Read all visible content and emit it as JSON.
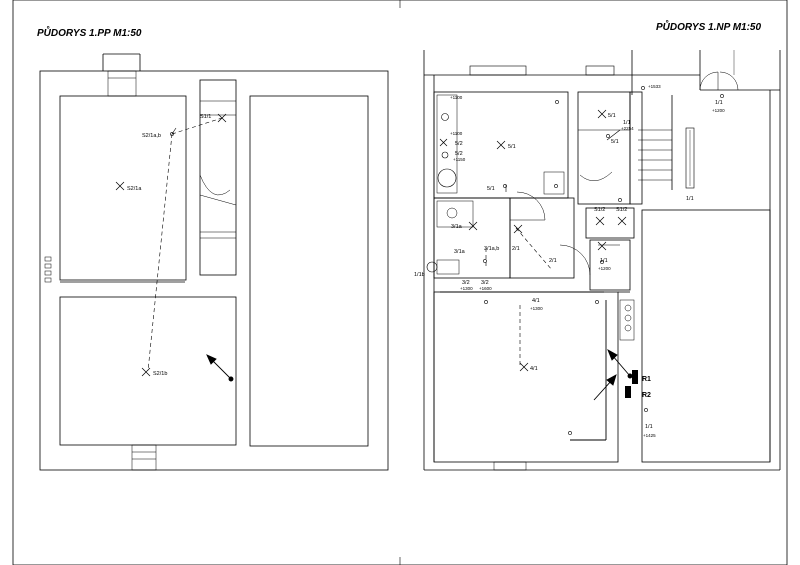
{
  "plans": [
    {
      "title": "PŮDORYS 1.PP  M1:50"
    },
    {
      "title": "PŮDORYS 1.NP  M1:50"
    }
  ],
  "basement_labels": {
    "s1_1": "S1/1",
    "s2_1ab": "S2/1a,b",
    "s2_1a": "S2/1a",
    "s2_1b": "S2/1b"
  },
  "ground_labels": {
    "l5_1_kitchen": "5/1",
    "l5_1_door": "5/1",
    "l5_2": "5/2",
    "l5_2b": "5/2",
    "l5_2c": "+1150",
    "h1100a": "+1100",
    "h1100b": "+1100",
    "l3_1a": "3/1a",
    "l3_1a2": "3/1a",
    "l3_1ab": "3/1a,b",
    "l2_1": "2/1",
    "l2_1b": "2/1",
    "l1_1b": "1/1b",
    "l3_2a": "3/2",
    "l3_2a_h": "+1300",
    "l3_2b": "3/2",
    "l3_2b_h": "+1600",
    "l4_1": "4/1",
    "l4_1_h": "+1300",
    "l4_1b": "4/1",
    "l5_1_stair": "5/1",
    "l5_1_stair2": "5/1",
    "l1_1a": "1/1",
    "l1_1a_h": "+2254",
    "h1533": "+1533",
    "l1_1c": "1/1",
    "l1_1c_h": "+1200",
    "l1_1d": "1/1",
    "s1_2a": "S1/2",
    "s1_2b": "S1/2",
    "l1_1e": "1/1",
    "l1_1e_h": "+1200",
    "l1_1f": "1/1",
    "l1_1f_h": "+1425",
    "r1": "R1",
    "r2": "R2"
  }
}
